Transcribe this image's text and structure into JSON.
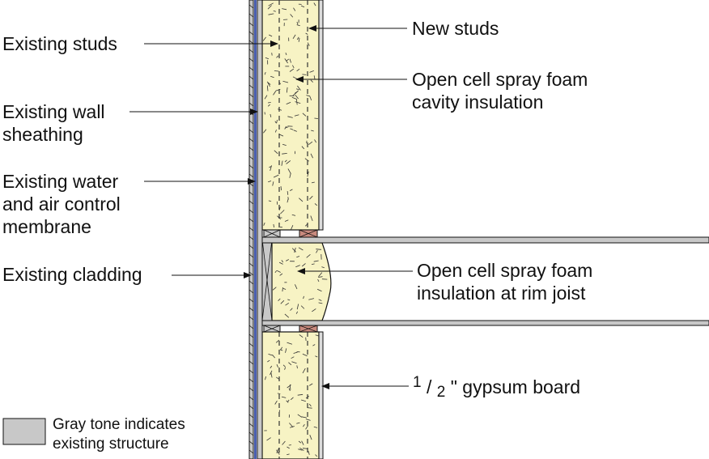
{
  "labels": {
    "existing_studs": "Existing studs",
    "existing_wall_sheathing": [
      "Existing wall",
      "sheathing"
    ],
    "existing_membrane": [
      "Existing water",
      "and air control",
      "membrane"
    ],
    "existing_cladding": "Existing cladding",
    "new_studs": "New studs",
    "cavity_insulation": [
      "Open cell spray foam",
      "cavity insulation"
    ],
    "rim_joist_insulation": [
      "Open cell spray foam",
      "insulation at rim joist"
    ],
    "gypsum_fraction_numerator": "1",
    "gypsum_fraction_denominator": "2",
    "gypsum_text": "\" gypsum board"
  },
  "legend": {
    "text": [
      "Gray tone indicates",
      "existing structure"
    ]
  },
  "colors": {
    "foam": "#f7f3c4",
    "existing_gray": "#c8c8c8",
    "membrane_blue": "#4a5fb0",
    "new_blocking": "#c98a7e",
    "line": "#111111"
  }
}
